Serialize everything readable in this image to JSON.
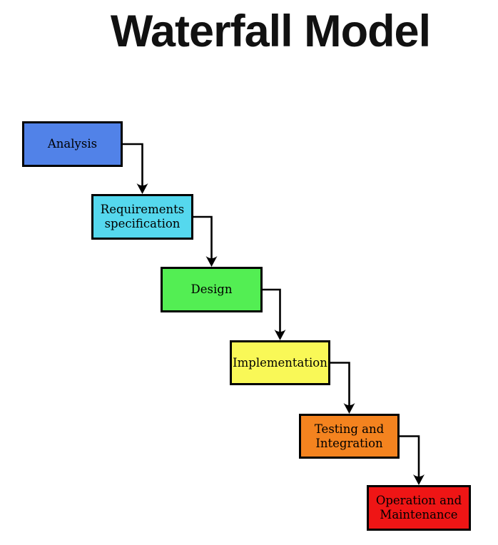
{
  "diagram": {
    "title": "Waterfall Model",
    "line_color": "#000000",
    "box_border_color": "#000000",
    "phases": [
      {
        "id": "analysis",
        "label": "Analysis",
        "color": "#5182e8"
      },
      {
        "id": "requirements",
        "label": "Requirements specification",
        "color": "#55d8ee"
      },
      {
        "id": "design",
        "label": "Design",
        "color": "#53ee53"
      },
      {
        "id": "implementation",
        "label": "Implementation",
        "color": "#f9f857"
      },
      {
        "id": "testing",
        "label": "Testing and Integration",
        "color": "#f4831f"
      },
      {
        "id": "operation",
        "label": "Operation and Maintenance",
        "color": "#ef1515"
      }
    ]
  }
}
